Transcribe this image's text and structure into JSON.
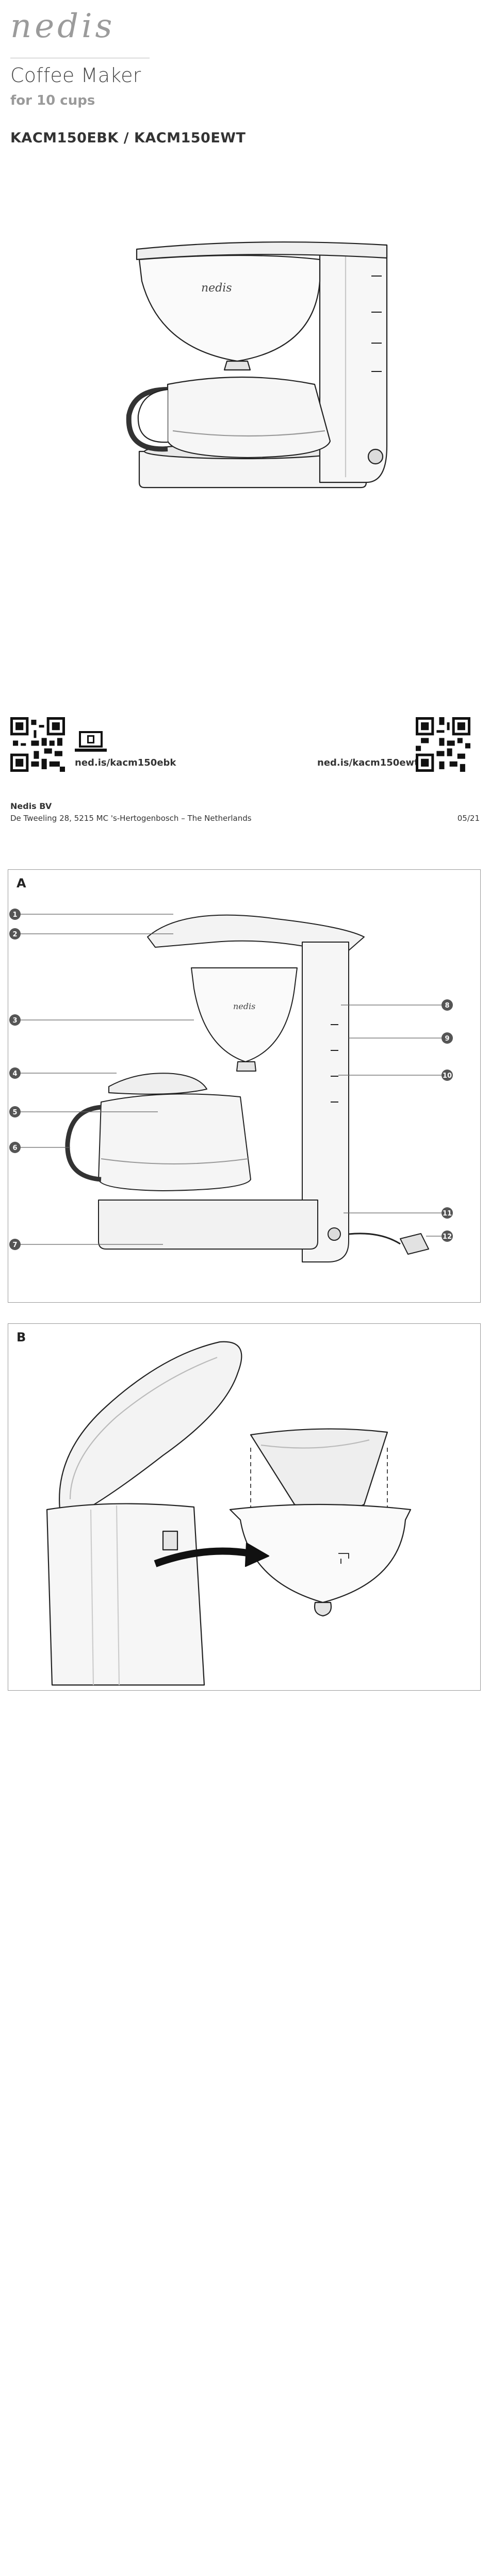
{
  "brand": {
    "logo_text": "nedis"
  },
  "header": {
    "title": "Coffee Maker",
    "subtitle": "for 10 cups",
    "models": "KACM150EBK / KACM150EWT"
  },
  "hero": {
    "lid_brand": "nedis"
  },
  "links": {
    "left_url": "ned.is/kacm150ebk",
    "right_url": "ned.is/kacm150ewt"
  },
  "footer": {
    "company": "Nedis BV",
    "address": "De Tweeling 28, 5215 MC 's-Hertogenbosch – The Netherlands",
    "date": "05/21"
  },
  "figure_a": {
    "label": "A",
    "callouts": [
      "1",
      "2",
      "3",
      "4",
      "5",
      "6",
      "7",
      "8",
      "9",
      "10",
      "11",
      "12"
    ],
    "tank_brand": "nedis"
  },
  "figure_b": {
    "label": "B"
  }
}
